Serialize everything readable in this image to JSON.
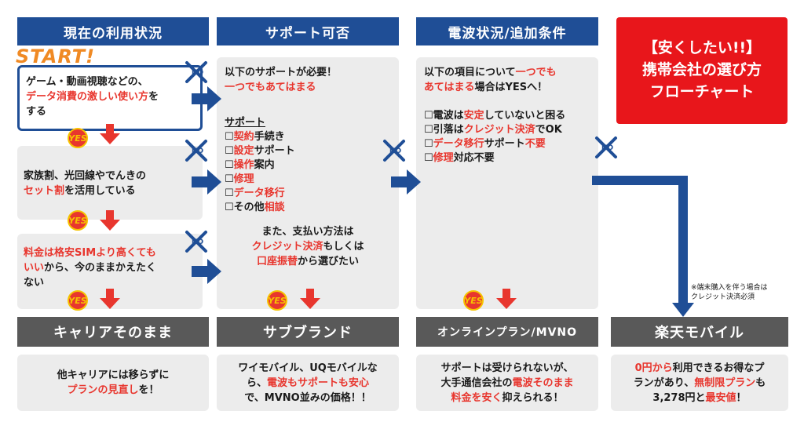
{
  "columns": {
    "col1": "現在の利用状況",
    "col2": "サポート可否",
    "col3": "電波状況/追加条件"
  },
  "title_box": {
    "line1": "【安くしたい!!】",
    "line2": "携帯会社の選び方",
    "line3": "フローチャート"
  },
  "start_label": "START!",
  "q1": {
    "a": "ゲーム・動画視聴などの、",
    "b": "データ消費の激しい使い方",
    "c": "を",
    "d": "する"
  },
  "q2": {
    "a": "家族割、光回線やでんきの",
    "b": "セット割",
    "c": "を活用している"
  },
  "q3": {
    "a": "料金は格安SIMより高くても",
    "b": "いい",
    "c": "から、今のままかえたく",
    "d": "ない"
  },
  "support": {
    "intro1": "以下のサポートが必要！",
    "intro2": "一つでもあてはまる",
    "heading": "サポート",
    "item1a": "☐",
    "item1b": "契約",
    "item1c": "手続き",
    "item2a": "☐",
    "item2b": "設定",
    "item2c": "サポート",
    "item3a": "☐",
    "item3b": "操作",
    "item3c": "案内",
    "item4a": "☐",
    "item4b": "修理",
    "item5a": "☐",
    "item5b": "データ移行",
    "item6a": "☐その他",
    "item6b": "相談",
    "pay1": "また、支払い方法は",
    "pay2": "クレジット決済",
    "pay3": "もしくは",
    "pay4": "口座振替",
    "pay5": "から選びたい"
  },
  "signal": {
    "intro1": "以下の項目について",
    "intro2": "一つでも",
    "intro3": "あてはまる",
    "intro4": "場合はYESへ！",
    "i1a": "☐電波は",
    "i1b": "安定",
    "i1c": "していないと困る",
    "i2a": "☐引落は",
    "i2b": "クレジット決済",
    "i2c": "でOK",
    "i3a": "☐",
    "i3b": "データ移行",
    "i3c": "サポート",
    "i3d": "不要",
    "i4a": "☐",
    "i4b": "修理",
    "i4c": "対応不要"
  },
  "note": {
    "l1": "※端末購入を伴う場合は",
    "l2": "クレジット決済必須"
  },
  "badges": {
    "yes": "YES",
    "no": "NO"
  },
  "results": {
    "r1": {
      "title": "キャリアそのまま",
      "d1": "他キャリアには移らずに",
      "d2": "プランの見直し",
      "d3": "を！"
    },
    "r2": {
      "title": "サブブランド",
      "d1": "ワイモバイル、UQモバイルな",
      "d2a": "ら、",
      "d2b": "電波もサポートも安心",
      "d3": "で、MVNO並みの価格！！"
    },
    "r3": {
      "title": "オンラインプラン/MVNO",
      "d1": "サポートは受けられないが、",
      "d2a": "大手通信会社の",
      "d2b": "電波そのまま",
      "d3a": "料金を安く",
      "d3b": "抑えられる！"
    },
    "r4": {
      "title": "楽天モバイル",
      "d1a": "0円から",
      "d1b": "利用できるお得なプ",
      "d2a": "ランがあり、",
      "d2b": "無制限プラン",
      "d2c": "も",
      "d3a": "3,278円と",
      "d3b": "最安値",
      "d3c": "！"
    }
  },
  "colors": {
    "header": "#1f4e96",
    "accent": "#e8362e",
    "panel": "#ececec",
    "result_bar": "#595959",
    "title_bg": "#e8161b"
  }
}
